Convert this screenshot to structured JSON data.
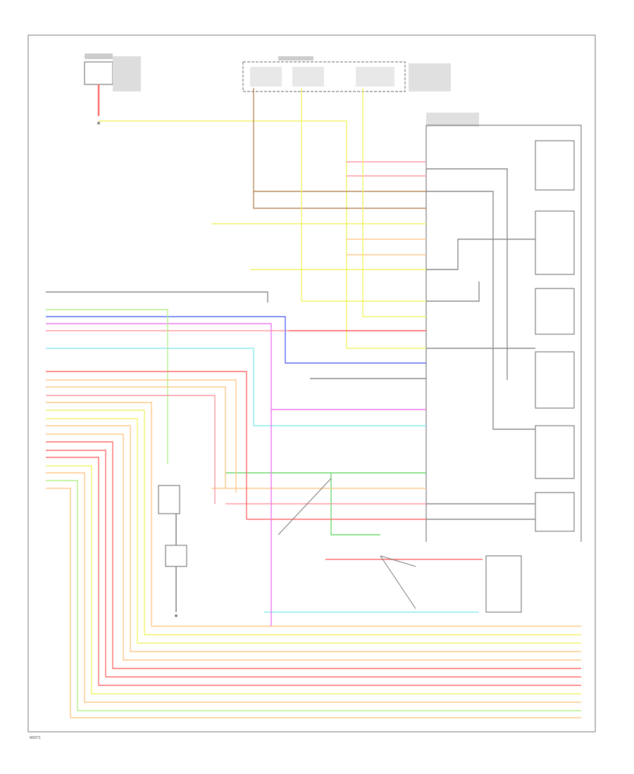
{
  "diagram": {
    "footer_code": "W0271",
    "colors": {
      "frame": "#777777",
      "red": "#ff6b6b",
      "pink": "#ff9aa2",
      "yellow": "#f2f26a",
      "lightgreen": "#b5f08a",
      "orange": "#ffc88a",
      "blue": "#5b6cf0",
      "magenta": "#ee78ee",
      "cyan": "#8ae8ee",
      "brown": "#b88a5a",
      "gray": "#8a8a8a",
      "green": "#6fd86f"
    },
    "wire_colors_left": [
      "red",
      "orange",
      "orange",
      "pink",
      "orange",
      "yellow",
      "yellow",
      "orange",
      "orange",
      "red",
      "red",
      "red",
      "yellow",
      "orange",
      "lightgreen",
      "orange"
    ],
    "wire_colors_bottom": [
      "magenta",
      "orange",
      "yellow",
      "orange",
      "lightgreen",
      "yellow",
      "pink",
      "red",
      "red",
      "red",
      "orange",
      "orange",
      "lightgreen",
      "orange"
    ],
    "module_pin_colors": [
      "red",
      "red",
      "brown",
      "brown",
      "yellow",
      "orange",
      "orange",
      "yellow",
      "yellow",
      "yellow",
      "pink",
      "red",
      "blue",
      "gray",
      "pink",
      "magenta",
      "cyan",
      "gray",
      "gray",
      "green",
      "red",
      "orange",
      "pink"
    ]
  }
}
